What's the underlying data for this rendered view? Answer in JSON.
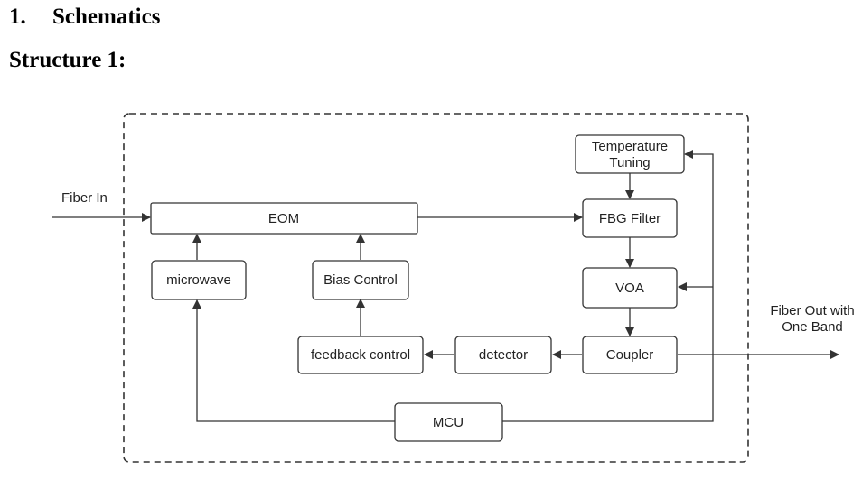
{
  "section": {
    "number": "1.",
    "title": "Schematics",
    "subtitle": "Structure 1:"
  },
  "diagram": {
    "external": {
      "input": "Fiber In",
      "output_line1": "Fiber Out with",
      "output_line2": "One Band"
    },
    "blocks": {
      "eom": "EOM",
      "microwave": "microwave",
      "bias_control": "Bias Control",
      "feedback_control": "feedback control",
      "detector": "detector",
      "temperature_tuning_line1": "Temperature",
      "temperature_tuning_line2": "Tuning",
      "fbg_filter": "FBG Filter",
      "voa": "VOA",
      "coupler": "Coupler",
      "mcu": "MCU"
    }
  }
}
